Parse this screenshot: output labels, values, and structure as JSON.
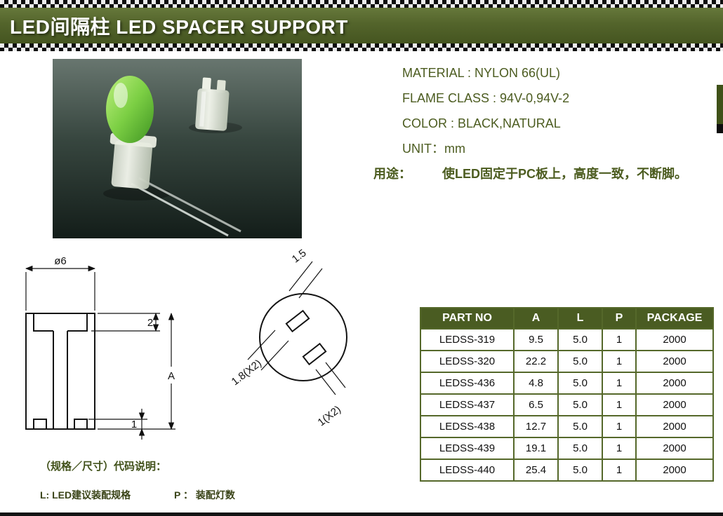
{
  "header": {
    "title": "LED间隔柱 LED SPACER SUPPORT"
  },
  "specs": {
    "lines": [
      "MATERIAL : NYLON 66(UL)",
      "FLAME CLASS : 94V-0,94V-2",
      "COLOR : BLACK,NATURAL",
      "UNIT：mm"
    ],
    "usage_label": "用途：",
    "usage_text": "使LED固定于PC板上，高度一致，不断脚。"
  },
  "drawing": {
    "side_view": {
      "diameter": "ø6",
      "top_depth": "2",
      "height": "A",
      "foot_height": "1"
    },
    "top_view": {
      "slot_width": "1.5",
      "slot_length": "1.8(X2)",
      "slot_gap": "1(X2)"
    }
  },
  "table": {
    "headers": [
      "PART NO",
      "A",
      "L",
      "P",
      "PACKAGE"
    ],
    "rows": [
      [
        "LEDSS-319",
        "9.5",
        "5.0",
        "1",
        "2000"
      ],
      [
        "LEDSS-320",
        "22.2",
        "5.0",
        "1",
        "2000"
      ],
      [
        "LEDSS-436",
        "4.8",
        "5.0",
        "1",
        "2000"
      ],
      [
        "LEDSS-437",
        "6.5",
        "5.0",
        "1",
        "2000"
      ],
      [
        "LEDSS-438",
        "12.7",
        "5.0",
        "1",
        "2000"
      ],
      [
        "LEDSS-439",
        "19.1",
        "5.0",
        "1",
        "2000"
      ],
      [
        "LEDSS-440",
        "25.4",
        "5.0",
        "1",
        "2000"
      ]
    ]
  },
  "notes": {
    "title": "（规格／尺寸）代码说明：",
    "item_l": "L: LED建议装配规格",
    "item_p": "P ： 装配灯数"
  },
  "colors": {
    "banner_olive": "#53642b",
    "table_border": "#55682a",
    "table_header_bg": "#4a5c22",
    "spec_text": "#4c5c20",
    "led_green": "#7ccf44",
    "photo_background": "#37463f"
  }
}
